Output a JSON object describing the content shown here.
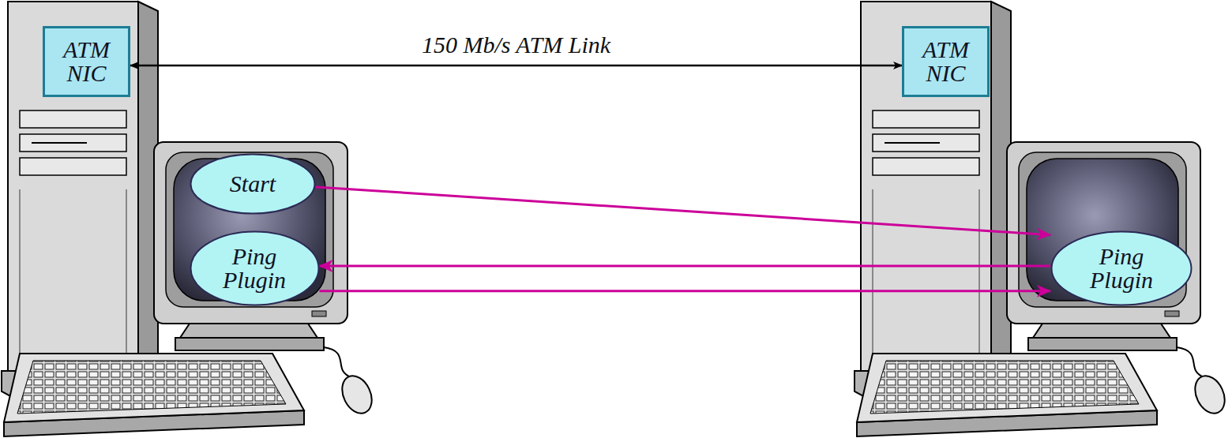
{
  "diagram": {
    "nodes": [
      {
        "text": [
          "ATM NIC"
        ]
      },
      {
        "text": [
          "ATM NIC"
        ]
      },
      {
        "text": [
          "Start"
        ]
      },
      {
        "text": [
          "Ping Plugin"
        ]
      },
      {
        "text": [
          "Ping Plugin"
        ]
      }
    ],
    "edges": [
      {
        "from": 0,
        "to": 1,
        "arrow": "both",
        "label": "150 Mb/s ATM Link"
      },
      {
        "from": 2,
        "to": 4,
        "arrow": "to"
      },
      {
        "from": 4,
        "to": 3,
        "arrow": "to"
      },
      {
        "from": 3,
        "to": 4,
        "arrow": "to"
      }
    ]
  }
}
